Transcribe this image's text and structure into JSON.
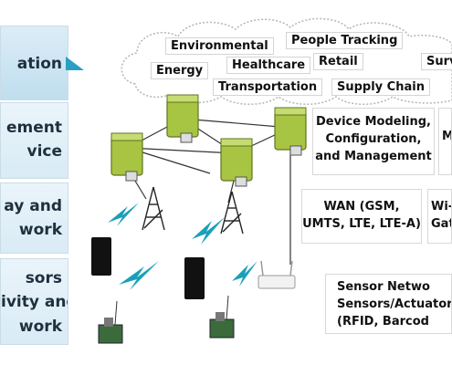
{
  "layers": [
    {
      "lines": [
        "ation"
      ]
    },
    {
      "lines": [
        "ement",
        "vice"
      ]
    },
    {
      "lines": [
        "ay and",
        "work"
      ]
    },
    {
      "lines": [
        "sors",
        "ivity and",
        "work"
      ]
    }
  ],
  "applications": [
    "Environmental",
    "People Tracking",
    "Energy",
    "Healthcare",
    "Retail",
    "Surv",
    "Transportation",
    "Supply Chain"
  ],
  "boxes": {
    "device_mgmt": [
      "Device Modeling,",
      "Configuration,",
      "and Management"
    ],
    "device_mgmt_partial": "M",
    "wan": [
      "WAN (GSM,",
      "UMTS, LTE, LTE-A)"
    ],
    "wifi": [
      "Wi-",
      "Gat"
    ],
    "sensor": [
      "Sensor Netwo",
      "Sensors/Actuator",
      "(RFID, Barcod"
    ]
  },
  "colors": {
    "layer_bg": "#d9ebf5",
    "server_green": "#9dbb3a",
    "wireless": "#1aa0b8"
  }
}
